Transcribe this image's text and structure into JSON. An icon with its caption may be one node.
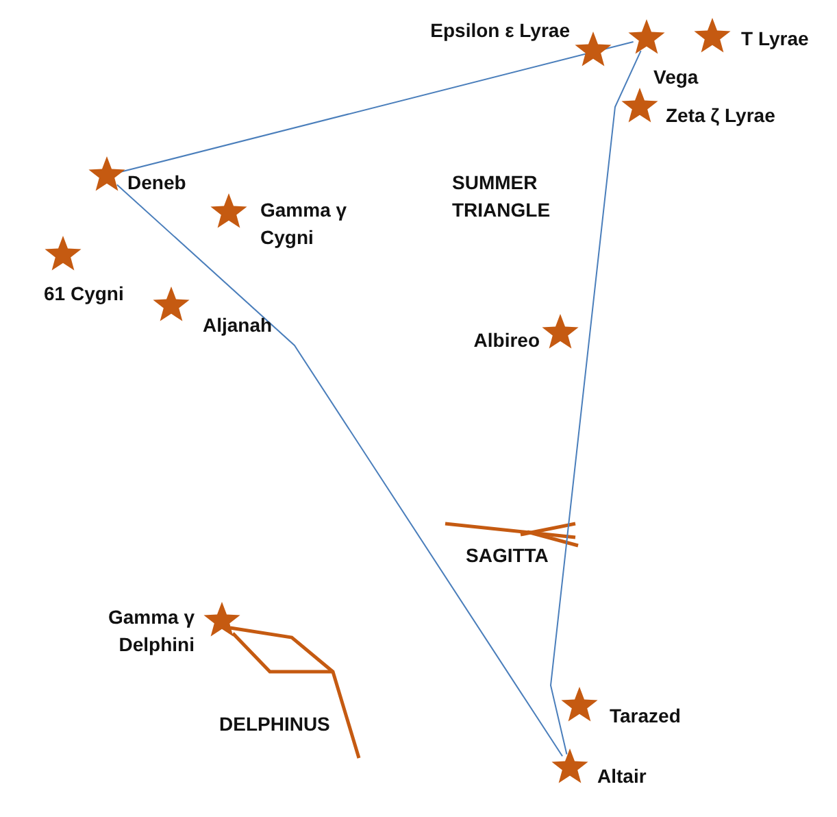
{
  "diagram": {
    "nodes": [
      {
        "text": [
          "Epsilon ε Lyrae"
        ]
      },
      {
        "text": [
          "Vega"
        ]
      },
      {
        "text": [
          "T Lyrae"
        ]
      },
      {
        "text": [
          "Zeta ζ Lyrae"
        ]
      },
      {
        "text": [
          "Deneb"
        ]
      },
      {
        "text": [
          "Gamma γ Cygni"
        ]
      },
      {
        "text": [
          "61 Cygni"
        ]
      },
      {
        "text": [
          "Aljanah"
        ]
      },
      {
        "text": [
          "Albireo"
        ]
      },
      {
        "text": [
          "Gamma γ Delphini"
        ]
      },
      {
        "text": [
          "Tarazed"
        ]
      },
      {
        "text": [
          "Altair"
        ]
      }
    ],
    "edges": [
      {
        "from": 4,
        "to": 1,
        "arrow": "none"
      },
      {
        "from": 1,
        "to": 11,
        "arrow": "none"
      },
      {
        "from": 4,
        "to": 11,
        "arrow": "none"
      }
    ],
    "labels": [
      "SUMMER TRIANGLE",
      "SAGITTA",
      "DELPHINUS"
    ]
  }
}
